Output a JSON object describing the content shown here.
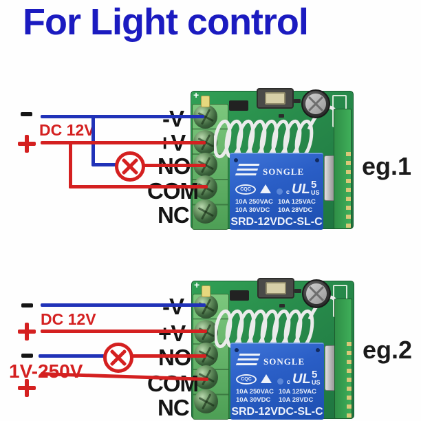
{
  "title": "For Light control",
  "colors": {
    "title_blue": "#1b1bc0",
    "wire_blue": "#2032b8",
    "wire_red": "#d42020",
    "pcb_green": "#27894a",
    "terminal_block_green": "#5cb963",
    "relay_blue": "#2a5ec6",
    "label_black": "#141414"
  },
  "icons": {
    "lamp": "lamp-icon (circle with X = load/light bulb)",
    "plus": "plus-symbol (positive supply)",
    "minus": "minus-symbol (negative supply)",
    "antenna": "coil-antenna-icon",
    "capacitor": "capacitor-icon",
    "push_button": "push-button-icon"
  },
  "examples": [
    {
      "caption": "eg.1",
      "power_label": "DC 12V",
      "terminals": [
        "-V",
        "+V",
        "NO",
        "COM",
        "NC"
      ]
    },
    {
      "caption": "eg.2",
      "power_label": "DC 12V",
      "load_voltage_label": "1V-250V",
      "terminals": [
        "-V",
        "+V",
        "NO",
        "COM",
        "NC"
      ]
    }
  ],
  "module": {
    "pcb_plus_marking": "+",
    "relay": {
      "brand": "SONGLE",
      "cqc": "CQC",
      "ul_c": "c",
      "ul": "UL",
      "ul_five": "5",
      "ul_us": "US",
      "ratings": [
        "10A 250VAC",
        "10A 125VAC",
        "10A 30VDC",
        "10A 28VDC"
      ],
      "model": "SRD-12VDC-SL-C"
    }
  }
}
